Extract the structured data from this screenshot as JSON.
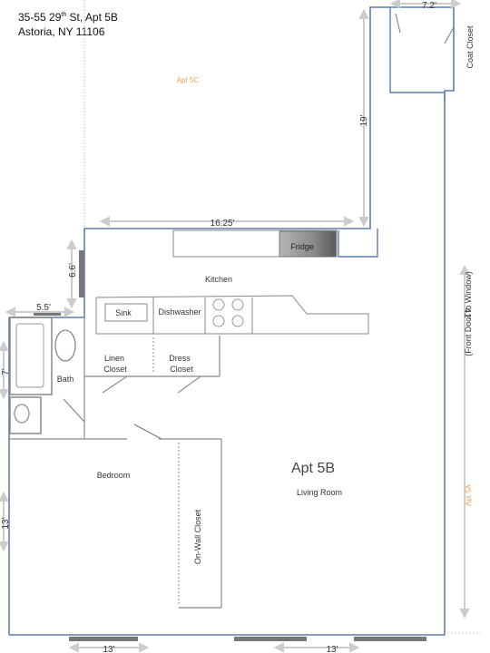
{
  "address": {
    "line1_prefix": "35-55 29",
    "line1_sup": "th",
    "line1_suffix": " St, Apt 5B",
    "line2": "Astoria, NY 11106"
  },
  "neighbors": {
    "north": "Apt 5C",
    "east": "Apt 5A"
  },
  "apartment_label": "Apt 5B",
  "rooms": {
    "kitchen": "Kitchen",
    "bath": "Bath",
    "bedroom": "Bedroom",
    "living_room": "Living Room",
    "linen_closet_line1": "Linen",
    "linen_closet_line2": "Closet",
    "dress_closet_line1": "Dress",
    "dress_closet_line2": "Closet",
    "coat_closet": "Coat Closet",
    "on_wall_closet": "On-Wall Closet"
  },
  "fixtures": {
    "fridge": "Fridge",
    "sink": "Sink",
    "dishwasher": "Dishwasher"
  },
  "dimensions": {
    "top_right_width": "7.2'",
    "vertical_19": "19'",
    "kitchen_width": "16.25'",
    "kitchen_wall": "6.6'",
    "bath_width": "5.5'",
    "bath_height": "7'",
    "total_length": "41'",
    "total_length_note": "(Front Door to Window)",
    "bedroom_height": "13'",
    "bedroom_width": "13'",
    "living_width": "13'"
  },
  "colors": {
    "wall_blue": "#5b7fb5",
    "dimension_gray": "#cccccc",
    "neighbor_orange": "#f0a050",
    "fixture_gray": "#888888",
    "window_gray": "#777777"
  }
}
